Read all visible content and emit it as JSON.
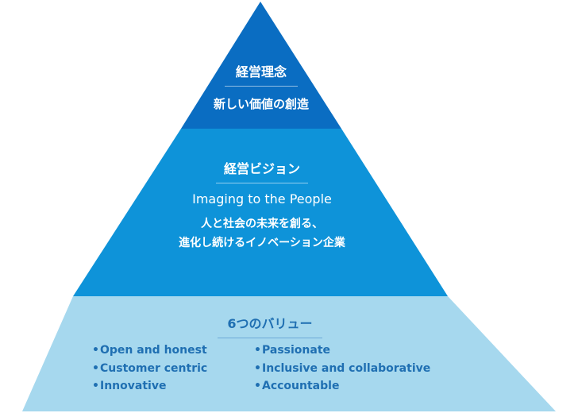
{
  "colors": {
    "top": "#0a6dc2",
    "middle": "#0e93d9",
    "bottom": "#a6d8ee",
    "bottom_text": "#1f6fb2"
  },
  "top_tier": {
    "title": "経営理念",
    "subtitle": "新しい価値の創造"
  },
  "middle_tier": {
    "title": "経営ビジョン",
    "english": "Imaging to the People",
    "description_line1": "人と社会の未来を創る、",
    "description_line2": "進化し続けるイノベーション企業"
  },
  "bottom_tier": {
    "title": "6つのバリュー",
    "values_left": [
      "Open and honest",
      "Customer centric",
      "Innovative"
    ],
    "values_right": [
      "Passionate",
      "Inclusive and collaborative",
      "Accountable"
    ]
  }
}
